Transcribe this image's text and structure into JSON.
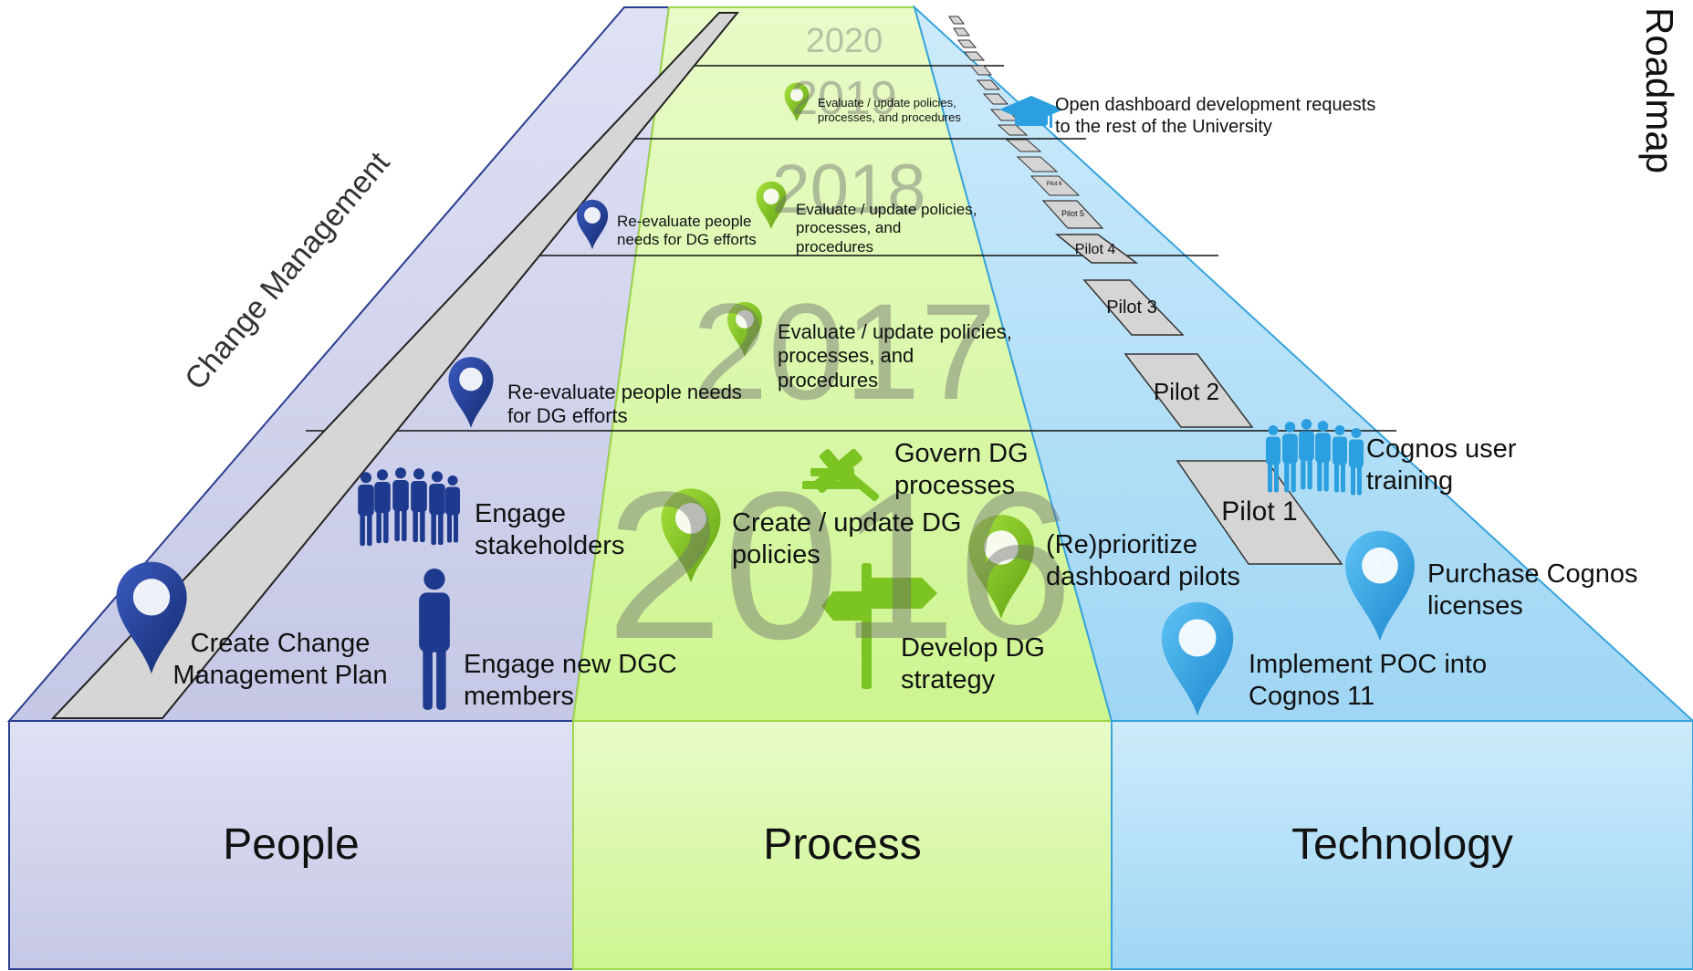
{
  "side_title": "Roadmap",
  "tracks": {
    "people": "People",
    "process": "Process",
    "technology": "Technology"
  },
  "colors": {
    "people_fill": "#c9cce9",
    "process_fill": "#d7f7a6",
    "technology_fill": "#a9dbf6",
    "people_icon": "#1f3a8c",
    "process_icon": "#7cc421",
    "technology_icon": "#2b9fe0"
  },
  "years": [
    "2016",
    "2017",
    "2018",
    "2019",
    "2020"
  ],
  "banner": "Change Management",
  "people_items": {
    "change_plan": "Create Change Management Plan",
    "engage_stakeholders": "Engage stakeholders",
    "engage_dgc": "Engage new DGC members",
    "reeval_2017": "Re-evaluate people needs for DG efforts",
    "reeval_2018": "Re-evaluate people needs for DG efforts"
  },
  "process_items": {
    "govern": "Govern DG processes",
    "create_policies": "Create / update DG policies",
    "develop_strategy": "Develop DG strategy",
    "eval_2017": "Evaluate / update policies, processes, and procedures",
    "eval_2018": "Evaluate / update policies, processes, and procedures",
    "eval_2019": "Evaluate / update policies, processes, and procedures"
  },
  "technology_items": {
    "reprioritize": "(Re)prioritize dashboard pilots",
    "training": "Cognos user training",
    "purchase": "Purchase Cognos licenses",
    "implement": "Implement POC into Cognos 11",
    "open_dashboard": "Open dashboard development requests to the rest of the University"
  },
  "pilots": [
    "Pilot 1",
    "Pilot 2",
    "Pilot 3",
    "Pilot 4",
    "Pilot 5",
    "Pilot 6"
  ]
}
